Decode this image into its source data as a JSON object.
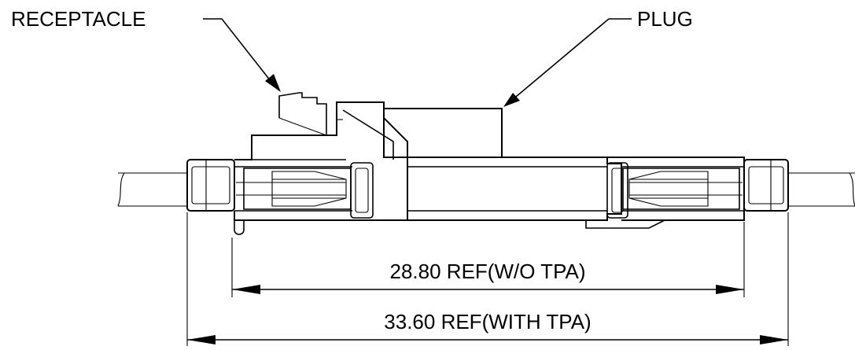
{
  "callouts": {
    "receptacle": "RECEPTACLE",
    "plug": "PLUG"
  },
  "dimensions": {
    "inner": "28.80 REF(W/O TPA)",
    "outer": "33.60 REF(WITH TPA)"
  }
}
